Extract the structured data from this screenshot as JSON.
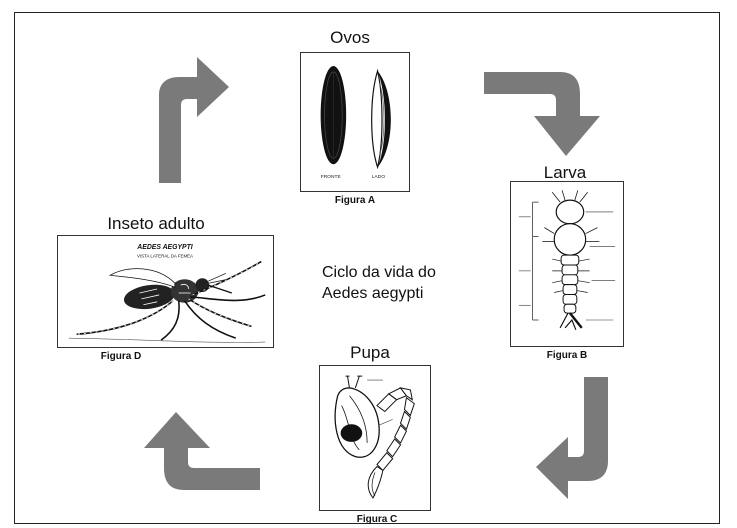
{
  "diagram": {
    "center_text_line1": "Ciclo da vida do",
    "center_text_line2": "Aedes aegypti",
    "stages": {
      "eggs": {
        "title": "Ovos",
        "caption": "Figura A",
        "label_left": "FRONTE",
        "label_right": "LADO"
      },
      "larva": {
        "title": "Larva",
        "caption": "Figura B"
      },
      "pupa": {
        "title": "Pupa",
        "caption": "Figura C"
      },
      "adult": {
        "title": "Inseto adulto",
        "caption": "Figura D",
        "image_heading": "AEDES AEGYPTI",
        "image_subheading": "VISTA LATERAL DA FEMEA"
      }
    },
    "colors": {
      "arrow": "#7a7a7a",
      "border": "#222222",
      "background": "#ffffff"
    }
  }
}
